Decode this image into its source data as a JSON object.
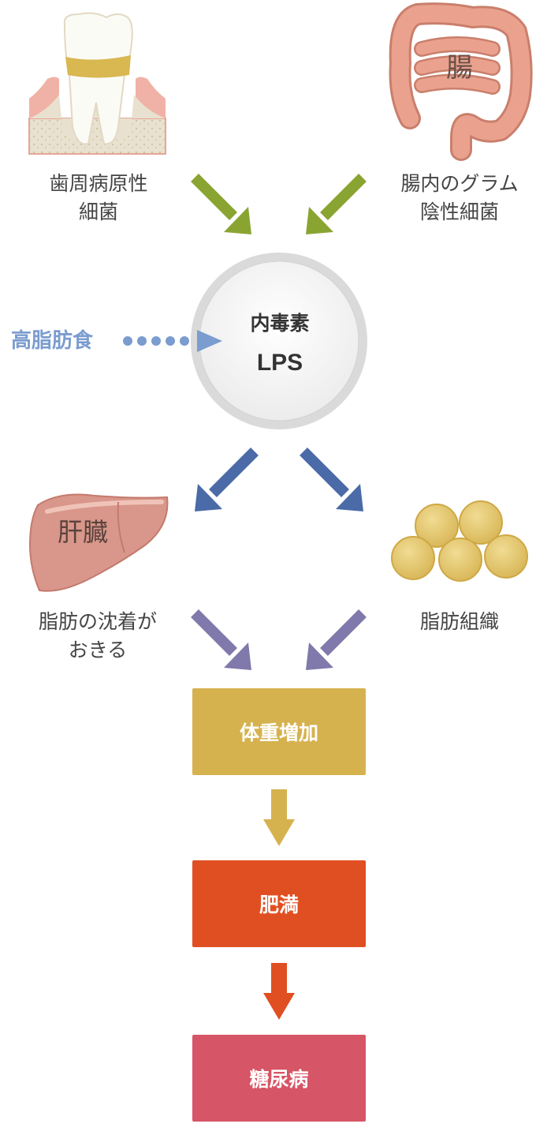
{
  "sources": {
    "periodontal": {
      "line1": "歯周病原性",
      "line2": "細菌"
    },
    "intestine": {
      "icon_label": "腸",
      "line1": "腸内のグラム",
      "line2": "陰性細菌"
    }
  },
  "center": {
    "line1": "内毒素",
    "line2": "LPS"
  },
  "diet": {
    "label": "高脂肪食"
  },
  "organs": {
    "liver": {
      "icon_label": "肝臓",
      "line1": "脂肪の沈着が",
      "line2": "おきる"
    },
    "fat": {
      "line1": "脂肪組織"
    }
  },
  "outcomes": [
    {
      "label": "体重増加",
      "color": "#d6b24f"
    },
    {
      "label": "肥満",
      "color": "#e04f21"
    },
    {
      "label": "糖尿病",
      "color": "#d65566"
    }
  ],
  "colors": {
    "green_arrow": "#8aa432",
    "blue_arrow": "#4a6aa8",
    "purple_arrow": "#8079ab",
    "diet_arrow": "#7b9ccf",
    "text": "#444444"
  },
  "icons": [
    "tooth-icon",
    "intestine-icon",
    "liver-icon",
    "fat-cells-icon"
  ]
}
